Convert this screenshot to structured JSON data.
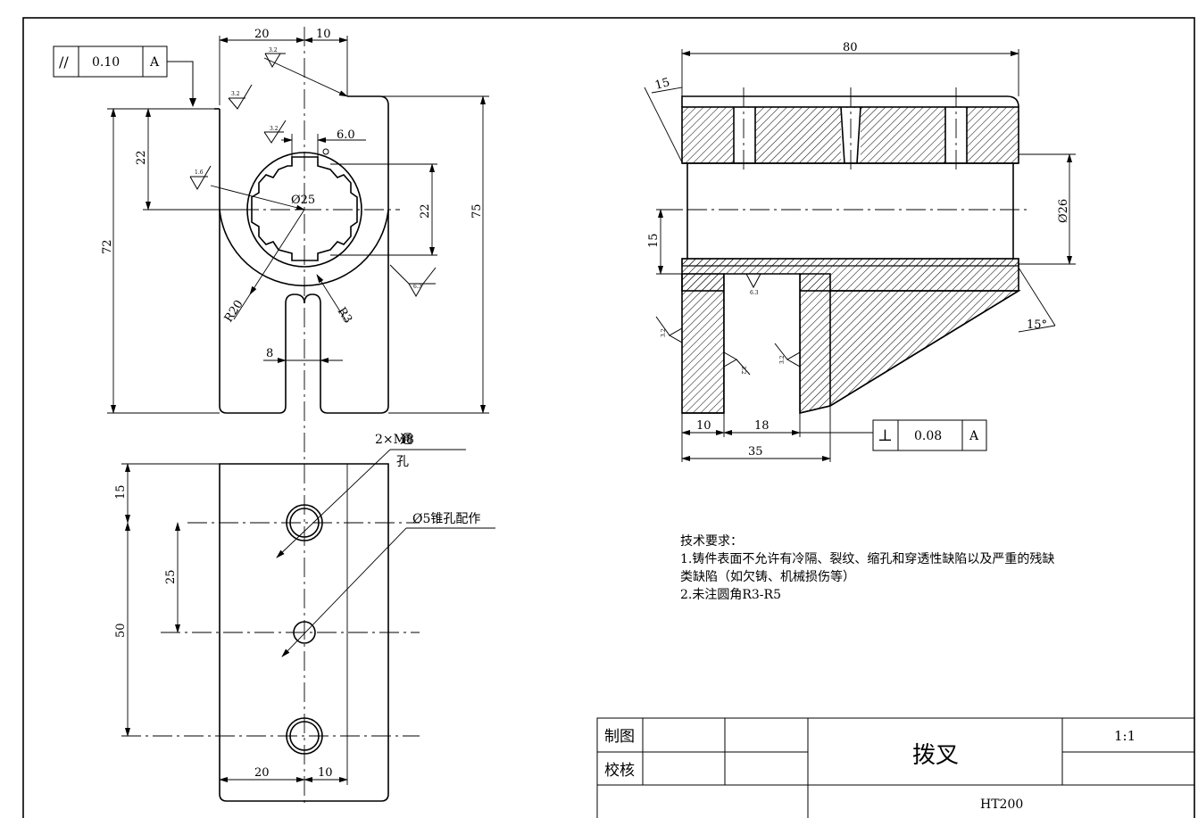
{
  "title_block": {
    "row1_label": "制图",
    "row2_label": "校核",
    "part_name": "拨叉",
    "scale": "1:1",
    "material": "HT200"
  },
  "tech_requirements": {
    "heading": "技术要求：",
    "line1": "1.铸件表面不允许有冷隔、裂纹、缩孔和穿透性缺陷以及严重的残缺",
    "line2": "类缺陷（如欠铸、机械损伤等）",
    "line3": "2.未注圆角R3-R5"
  },
  "tolerance_frames": {
    "parallelism": {
      "symbol": "//",
      "value": "0.10",
      "datum": "A"
    },
    "perpendicularity": {
      "symbol": "⊥",
      "value": "0.08",
      "datum": "A"
    }
  },
  "dimensions": {
    "top_width_left": "20",
    "top_width_right": "10",
    "height_72": "72",
    "height_75": "75",
    "height_22_left": "22",
    "height_22_right": "22",
    "keyway": "6.0",
    "bore_dia": "Ø25",
    "radius_r20": "R20",
    "radius_r3": "R3",
    "slot_width": "8",
    "holes_note": "2×M8",
    "holes_note_cont": "通",
    "holes_note_line2": "孔",
    "pin_hole_note": "Ø5锥孔配作",
    "bottom_15": "15",
    "bottom_25": "25",
    "bottom_50": "50",
    "bottom_width_left": "20",
    "bottom_width_right": "10",
    "side_80": "80",
    "side_15_chamfer": "15",
    "side_26": "Ø26",
    "side_15_height": "15",
    "side_15_angle": "15°",
    "side_10": "10",
    "side_18": "18",
    "side_35": "35"
  },
  "roughness": {
    "r32": "3.2",
    "r16": "1.6",
    "r63": "6.3"
  }
}
